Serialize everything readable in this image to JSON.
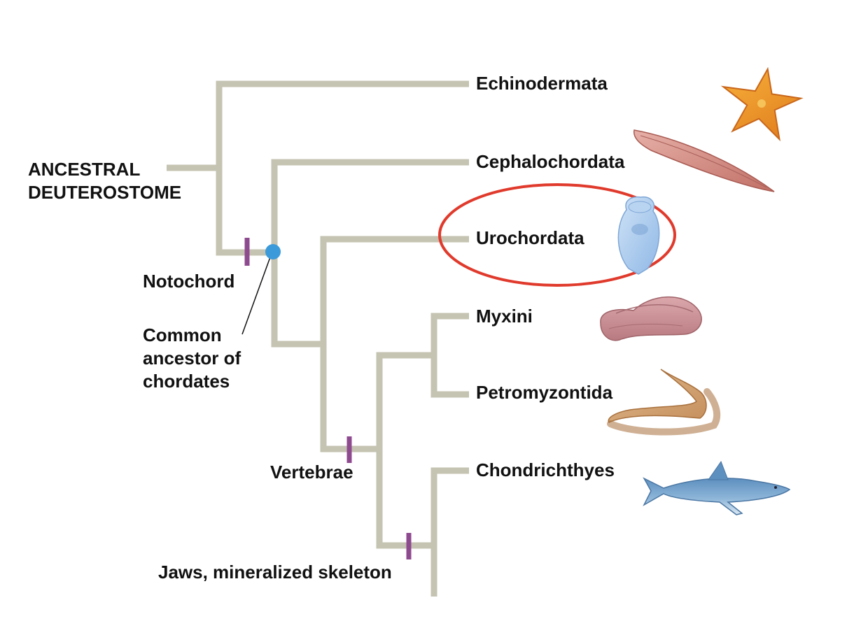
{
  "root_label": {
    "line1": "ANCESTRAL",
    "line2": "DEUTEROSTOME"
  },
  "taxa": {
    "echinodermata": "Echinodermata",
    "cephalochordata": "Cephalochordata",
    "urochordata": "Urochordata",
    "myxini": "Myxini",
    "petromyzontida": "Petromyzontida",
    "chondrichthyes": "Chondrichthyes"
  },
  "traits": {
    "notochord": "Notochord",
    "vertebrae": "Vertebrae",
    "jaws": "Jaws, mineralized skeleton"
  },
  "node_label": {
    "line1": "Common",
    "line2": "ancestor of",
    "line3": "chordates"
  },
  "highlighted_taxon": "urochordata",
  "colors": {
    "branch": "#c5c3b1",
    "trait_marker": "#8e4a8e",
    "common_ancestor_node": "#3b9ad9",
    "highlight_ellipse": "#e03a2c"
  },
  "icons": [
    "starfish-icon",
    "lancelet-icon",
    "tunicate-icon",
    "hagfish-icon",
    "lamprey-icon",
    "shark-icon"
  ]
}
